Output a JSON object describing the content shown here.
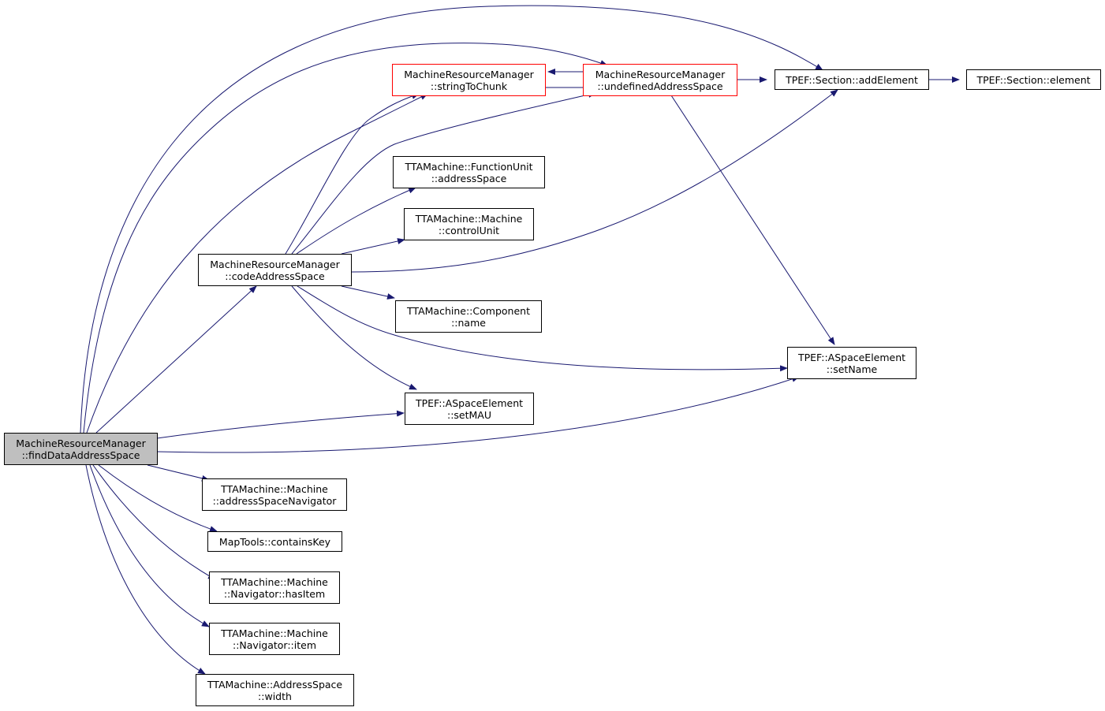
{
  "nodes": {
    "root": {
      "line1": "MachineResourceManager",
      "line2": "::findDataAddressSpace"
    },
    "stc": {
      "line1": "MachineResourceManager",
      "line2": "::stringToChunk"
    },
    "uas": {
      "line1": "MachineResourceManager",
      "line2": "::undefinedAddressSpace"
    },
    "addel": {
      "line1": "TPEF::Section::addElement"
    },
    "elem": {
      "line1": "TPEF::Section::element"
    },
    "fu": {
      "line1": "TTAMachine::FunctionUnit",
      "line2": "::addressSpace"
    },
    "cu": {
      "line1": "TTAMachine::Machine",
      "line2": "::controlUnit"
    },
    "cas": {
      "line1": "MachineResourceManager",
      "line2": "::codeAddressSpace"
    },
    "compname": {
      "line1": "TTAMachine::Component",
      "line2": "::name"
    },
    "setname": {
      "line1": "TPEF::ASpaceElement",
      "line2": "::setName"
    },
    "setmau": {
      "line1": "TPEF::ASpaceElement",
      "line2": "::setMAU"
    },
    "asnav": {
      "line1": "TTAMachine::Machine",
      "line2": "::addressSpaceNavigator"
    },
    "ck": {
      "line1": "MapTools::containsKey"
    },
    "hasitem": {
      "line1": "TTAMachine::Machine",
      "line2": "::Navigator::hasItem"
    },
    "item": {
      "line1": "TTAMachine::Machine",
      "line2": "::Navigator::item"
    },
    "width": {
      "line1": "TTAMachine::AddressSpace",
      "line2": "::width"
    }
  },
  "edges": [
    [
      "root",
      "addel"
    ],
    [
      "root",
      "uas"
    ],
    [
      "root",
      "stc"
    ],
    [
      "root",
      "setname"
    ],
    [
      "root",
      "setmau"
    ],
    [
      "root",
      "cas"
    ],
    [
      "root",
      "asnav"
    ],
    [
      "root",
      "ck"
    ],
    [
      "root",
      "hasitem"
    ],
    [
      "root",
      "item"
    ],
    [
      "root",
      "width"
    ],
    [
      "cas",
      "stc"
    ],
    [
      "cas",
      "uas"
    ],
    [
      "cas",
      "fu"
    ],
    [
      "cas",
      "cu"
    ],
    [
      "cas",
      "addel"
    ],
    [
      "cas",
      "compname"
    ],
    [
      "cas",
      "setname"
    ],
    [
      "cas",
      "setmau"
    ],
    [
      "stc",
      "uas"
    ],
    [
      "uas",
      "stc"
    ],
    [
      "uas",
      "addel"
    ],
    [
      "uas",
      "setname"
    ],
    [
      "addel",
      "elem"
    ]
  ],
  "colors": {
    "edge": "#191970",
    "node_border": "#000000",
    "highlight_border": "#ff0000",
    "root_fill": "#bfbfbf"
  }
}
